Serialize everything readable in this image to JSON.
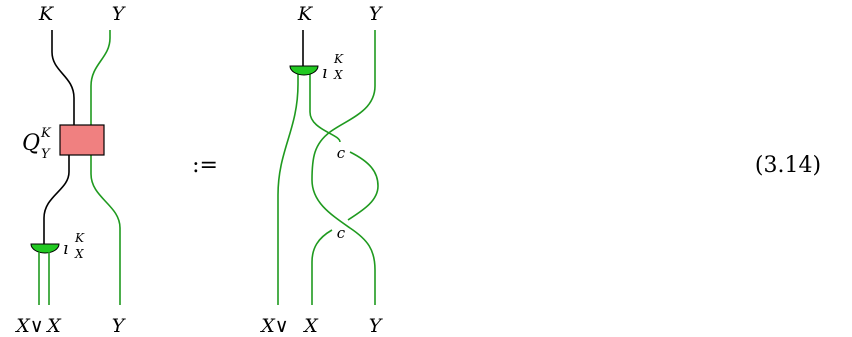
{
  "colors": {
    "green_wire": "#1f9a1f",
    "black_wire": "#000000",
    "box_fill": "#f08080",
    "box_stroke": "#000000",
    "node_fill": "#22c922"
  },
  "lhs": {
    "top_labels": [
      "K",
      "Y"
    ],
    "box_label_main": "Q",
    "box_label_sup": "K",
    "box_label_sub": "Y",
    "node_label_main": "ı",
    "node_label_sup": "K",
    "node_label_sub": "X",
    "bottom_labels": [
      "X∨",
      "X",
      "Y"
    ]
  },
  "definition_symbol": ":=",
  "rhs": {
    "top_labels": [
      "K",
      "Y"
    ],
    "node_label_main": "ı",
    "node_label_sup": "K",
    "node_label_sub": "X",
    "crossing_labels": [
      "c",
      "c"
    ],
    "bottom_labels": [
      "X∨",
      "X",
      "Y"
    ]
  },
  "equation_number": "(3.14)"
}
